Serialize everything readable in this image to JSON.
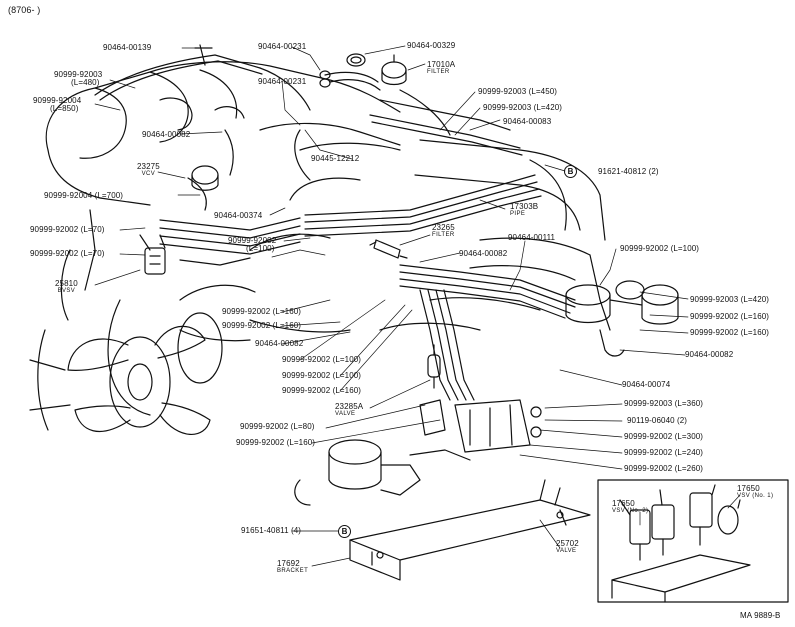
{
  "header": {
    "date_range": "(8706-      )"
  },
  "footer": {
    "code": "MA  9889-B"
  },
  "markers": {
    "b": "B"
  },
  "labels": {
    "p90464_00139": "90464-00139",
    "p90464_00231_a": "90464-00231",
    "p90464_00329": "90464-00329",
    "p17010a": "17010A",
    "filter_a": "FILTER",
    "p90999_92003_l480": "90999-92003",
    "l480": "(L=480)",
    "p90999_92004_l850": "90999-92004",
    "l850": "(L=850)",
    "p90464_00231_b": "90464-00231",
    "p90999_92003_l450": "90999-92003 (L=450)",
    "p90999_92003_l420": "90999-92003 (L=420)",
    "p90464_00083": "90464-00083",
    "p90464_00082_a": "90464-00082",
    "p90445_12212": "90445-12212",
    "p23275": "23275",
    "vcv": "VCV",
    "p91621_40812": "91621-40812 (2)",
    "p90999_92004_l700": "90999-92004 (L=700)",
    "p17303b": "17303B",
    "pipe": "PIPE",
    "p90464_00374": "90464-00374",
    "p90999_92002_l70a": "90999-92002 (L=70)",
    "p23265": "23265",
    "filter_b": "FILTER",
    "p90999_92002_l100a": "90999-92002",
    "l100a": "(L=100)",
    "p90464_00111": "90464-00111",
    "p90999_92002_l70b": "90999-92002 (L=70)",
    "p90464_00082_b": "90464-00082",
    "p90999_92002_l100b": "90999-92002 (L=100)",
    "p25810": "25810",
    "bvsv": "BVSV",
    "p90999_92003_l420b": "90999-92003 (L=420)",
    "p90999_92002_l160a": "90999-92002 (L=160)",
    "p90999_92002_l160b": "90999-92002 (L=160)",
    "p90999_92002_l160c": "90999-92002 (L=160)",
    "p90999_92002_l160d": "90999-92002 (L=160)",
    "p90464_00082_c": "90464-00082",
    "p90464_00082_d": "90464-00082",
    "p90999_92002_l100c": "90999-92002 (L=100)",
    "p90999_92002_l100d": "90999-92002 (L=100)",
    "p90464_00074": "90464-00074",
    "p90999_92002_l160e": "90999-92002 (L=160)",
    "p23285a": "23285A",
    "valve_a": "VALVE",
    "p90999_92003_l360": "90999-92003 (L=360)",
    "p90119_06040": "90119-06040 (2)",
    "p90999_92002_l80": "90999-92002 (L=80)",
    "p90999_92002_l300": "90999-92002 (L=300)",
    "p90999_92002_l160f": "90999-92002 (L=160)",
    "p90999_92002_l240": "90999-92002 (L=240)",
    "p90999_92002_l260": "90999-92002 (L=260)",
    "p91651_40811": "91651-40811 (4)",
    "p25702": "25702",
    "valve_b": "VALVE",
    "p17692": "17692",
    "bracket": "BRACKET",
    "p17650_2": "17650",
    "vsv2": "VSV (No. 2)",
    "p17650_1": "17650",
    "vsv1": "VSV (No. 1)"
  }
}
